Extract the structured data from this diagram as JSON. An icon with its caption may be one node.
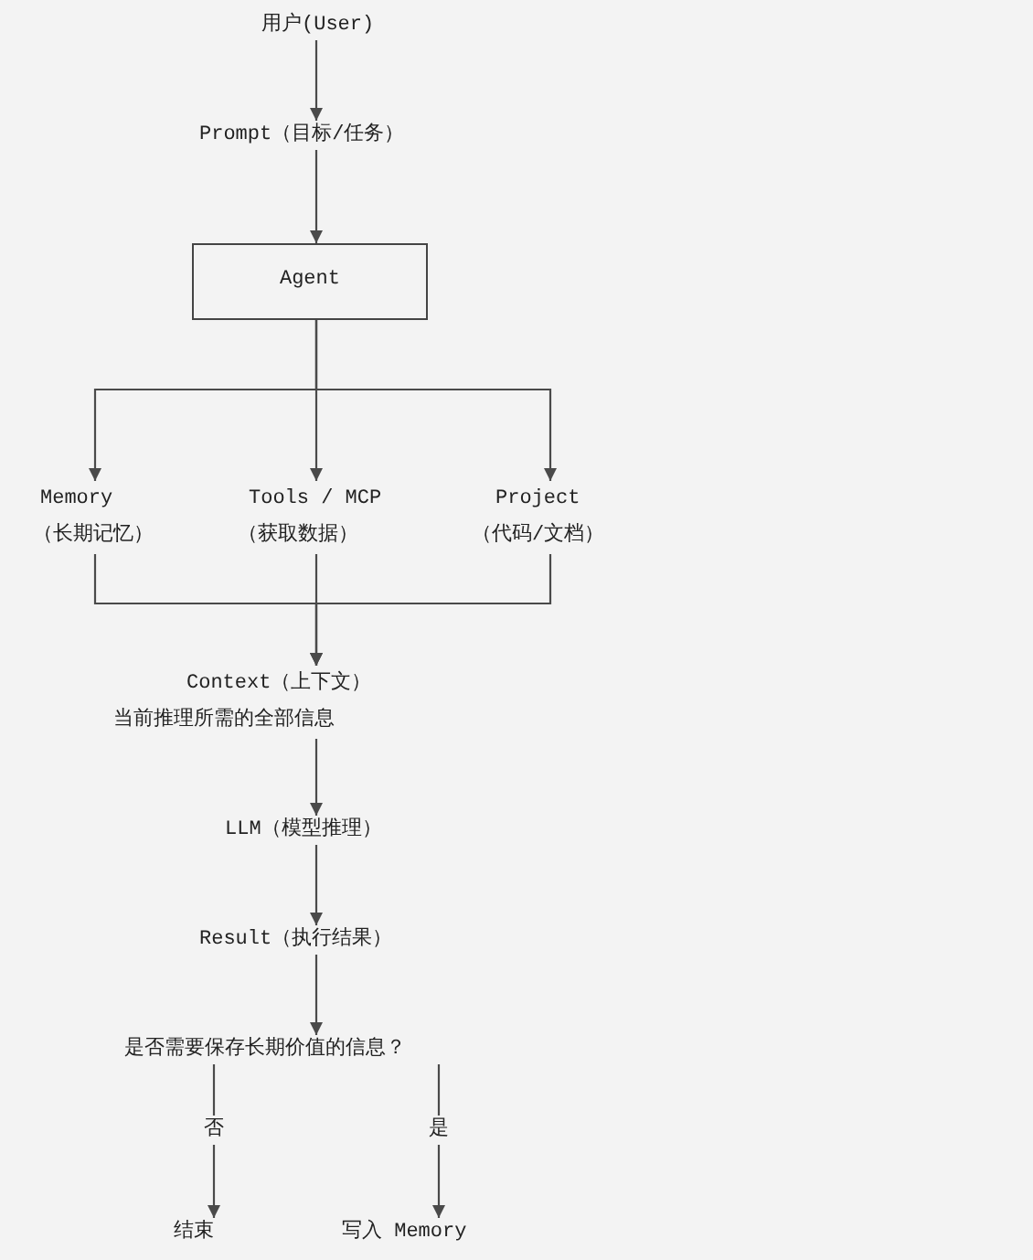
{
  "diagram": {
    "nodes": [
      {
        "text": [
          "用户(User)"
        ]
      },
      {
        "text": [
          "Prompt（目标/任务）"
        ]
      },
      {
        "text": [
          "Agent"
        ]
      },
      {
        "text": [
          "Memory",
          "（长期记忆）"
        ]
      },
      {
        "text": [
          "Tools / MCP",
          "（获取数据）"
        ]
      },
      {
        "text": [
          "Project",
          "（代码/文档）"
        ]
      },
      {
        "text": [
          "Context（上下文）",
          "当前推理所需的全部信息"
        ]
      },
      {
        "text": [
          "LLM（模型推理）"
        ]
      },
      {
        "text": [
          "Result（执行结果）"
        ]
      },
      {
        "text": [
          "是否需要保存长期价值的信息？"
        ]
      },
      {
        "text": [
          "结束"
        ]
      },
      {
        "text": [
          "写入 Memory"
        ]
      }
    ],
    "edges": [
      {
        "from": 0,
        "to": 1,
        "arrow": "to"
      },
      {
        "from": 1,
        "to": 2,
        "arrow": "to"
      },
      {
        "from": 2,
        "to": 3,
        "arrow": "to"
      },
      {
        "from": 2,
        "to": 4,
        "arrow": "to"
      },
      {
        "from": 2,
        "to": 5,
        "arrow": "to"
      },
      {
        "from": 3,
        "to": 6,
        "arrow": "to"
      },
      {
        "from": 4,
        "to": 6,
        "arrow": "to"
      },
      {
        "from": 5,
        "to": 6,
        "arrow": "to"
      },
      {
        "from": 6,
        "to": 7,
        "arrow": "to"
      },
      {
        "from": 7,
        "to": 8,
        "arrow": "to"
      },
      {
        "from": 8,
        "to": 9,
        "arrow": "to"
      },
      {
        "from": 9,
        "to": 10,
        "arrow": "to",
        "label": "否"
      },
      {
        "from": 9,
        "to": 11,
        "arrow": "to",
        "label": "是"
      }
    ]
  }
}
